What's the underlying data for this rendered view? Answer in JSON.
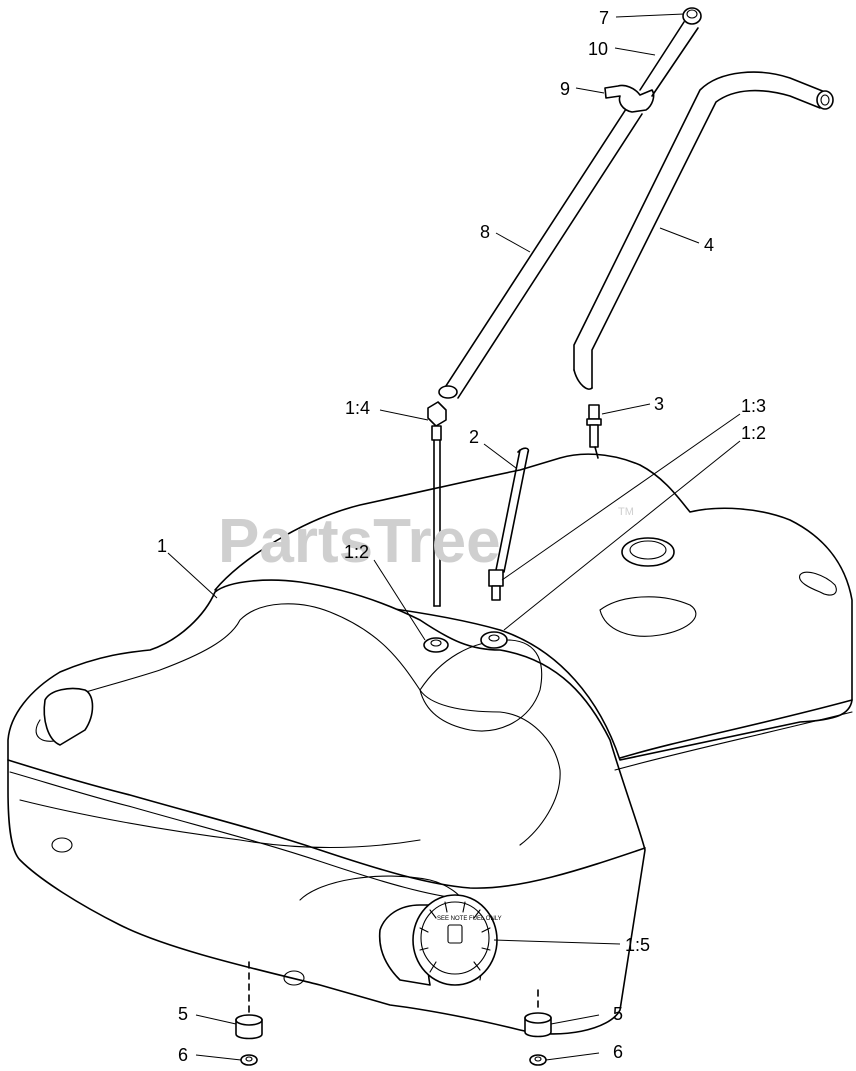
{
  "watermark": {
    "text": "PartsTree",
    "trademark": "TM"
  },
  "callouts": [
    {
      "id": "c7",
      "label": "7"
    },
    {
      "id": "c10",
      "label": "10"
    },
    {
      "id": "c9",
      "label": "9"
    },
    {
      "id": "c8",
      "label": "8"
    },
    {
      "id": "c4",
      "label": "4"
    },
    {
      "id": "c3",
      "label": "3"
    },
    {
      "id": "c1-4",
      "label": "1:4"
    },
    {
      "id": "c1-3",
      "label": "1:3"
    },
    {
      "id": "c1-2a",
      "label": "1:2"
    },
    {
      "id": "c2",
      "label": "2"
    },
    {
      "id": "c1",
      "label": "1"
    },
    {
      "id": "c1-2b",
      "label": "1:2"
    },
    {
      "id": "c1-5",
      "label": "1:5"
    },
    {
      "id": "c5a",
      "label": "5"
    },
    {
      "id": "c5b",
      "label": "5"
    },
    {
      "id": "c6a",
      "label": "6"
    },
    {
      "id": "c6b",
      "label": "6"
    }
  ],
  "cap_text": "SEE NOTE FUEL ONLY"
}
